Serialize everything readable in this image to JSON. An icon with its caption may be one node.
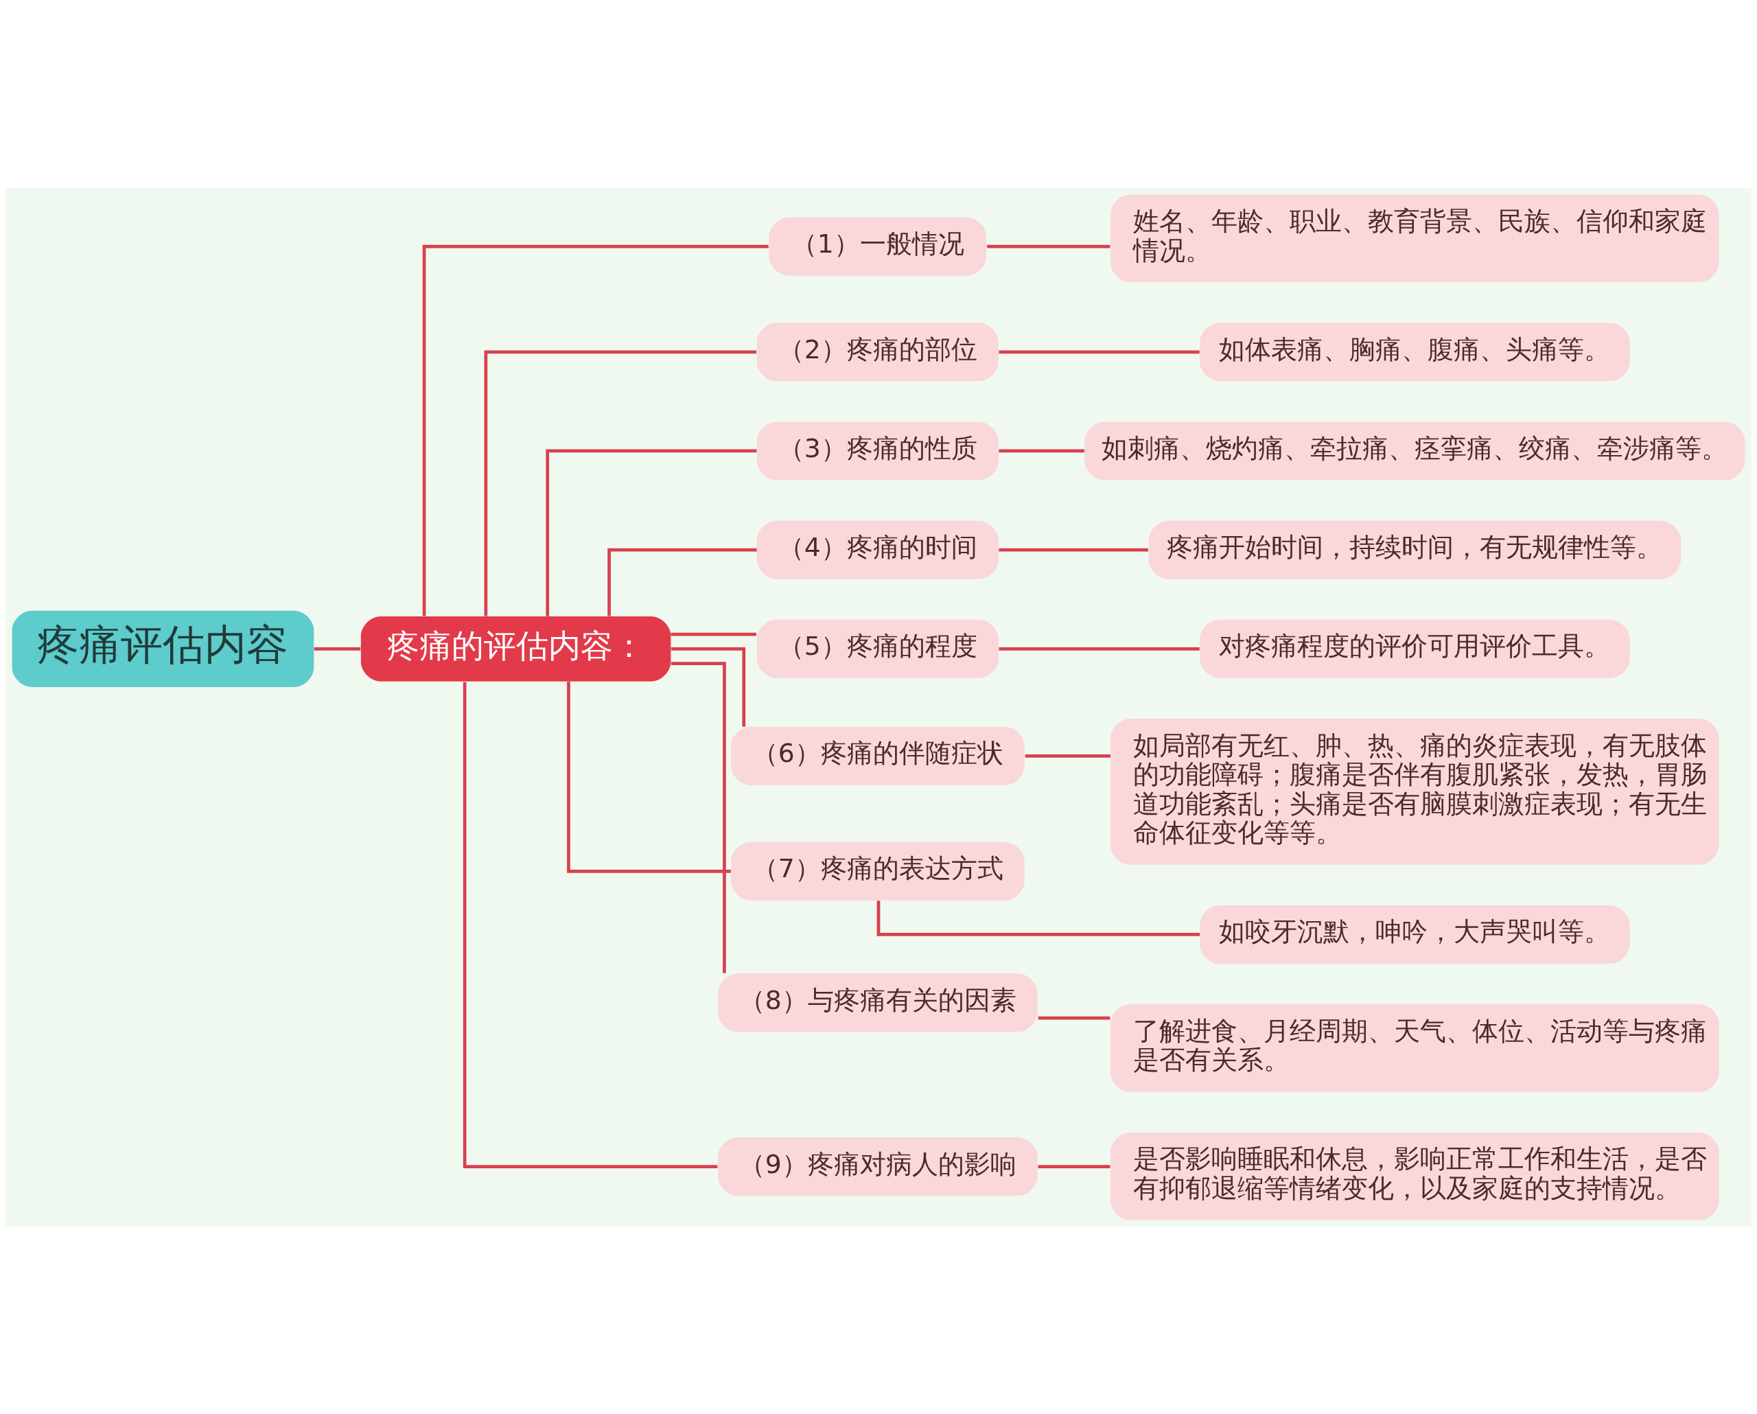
{
  "diagram": {
    "nodes": [
      {
        "text": [
          "疼痛评估内容"
        ]
      },
      {
        "text": [
          "疼痛的评估内容："
        ]
      },
      {
        "text": [
          "（1）一般情况"
        ]
      },
      {
        "text": [
          "姓名、年龄、职业、教育背景、民族、信仰和家庭情况。"
        ]
      },
      {
        "text": [
          "（2）疼痛的部位"
        ]
      },
      {
        "text": [
          "如体表痛、胸痛、腹痛、头痛等。"
        ]
      },
      {
        "text": [
          "（3）疼痛的性质"
        ]
      },
      {
        "text": [
          "如刺痛、烧灼痛、牵拉痛、痉挛痛、绞痛、牵涉痛等。"
        ]
      },
      {
        "text": [
          "（4）疼痛的时间"
        ]
      },
      {
        "text": [
          "疼痛开始时间，持续时间，有无规律性等。"
        ]
      },
      {
        "text": [
          "（5）疼痛的程度"
        ]
      },
      {
        "text": [
          "对疼痛程度的评价可用评价工具。"
        ]
      },
      {
        "text": [
          "（6）疼痛的伴随症状"
        ]
      },
      {
        "text": [
          "如局部有无红、肿、热、痛的炎症表现，有无肢体的功能障碍；腹痛是否伴有腹肌紧张，发热，胃肠道功能紊乱；头痛是否有脑膜刺激症表现；有无生命体征变化等等。"
        ]
      },
      {
        "text": [
          "（7）疼痛的表达方式"
        ]
      },
      {
        "text": [
          "如咬牙沉默，呻吟，大声哭叫等。"
        ]
      },
      {
        "text": [
          "（8）与疼痛有关的因素"
        ]
      },
      {
        "text": [
          "了解进食、月经周期、天气、体位、活动等与疼痛是否有关系。"
        ]
      },
      {
        "text": [
          "（9）疼痛对病人的影响"
        ]
      },
      {
        "text": [
          "是否影响睡眠和休息，影响正常工作和生活，是否有抑郁退缩等情绪变化，以及家庭的支持情况。"
        ]
      }
    ],
    "edges": [
      {
        "from": 0,
        "to": 1,
        "arrow": "none"
      },
      {
        "from": 1,
        "to": 2,
        "arrow": "none"
      },
      {
        "from": 2,
        "to": 3,
        "arrow": "none"
      },
      {
        "from": 1,
        "to": 4,
        "arrow": "none"
      },
      {
        "from": 4,
        "to": 5,
        "arrow": "none"
      },
      {
        "from": 1,
        "to": 6,
        "arrow": "none"
      },
      {
        "from": 6,
        "to": 7,
        "arrow": "none"
      },
      {
        "from": 1,
        "to": 8,
        "arrow": "none"
      },
      {
        "from": 8,
        "to": 9,
        "arrow": "none"
      },
      {
        "from": 1,
        "to": 10,
        "arrow": "none"
      },
      {
        "from": 10,
        "to": 11,
        "arrow": "none"
      },
      {
        "from": 1,
        "to": 12,
        "arrow": "none"
      },
      {
        "from": 12,
        "to": 13,
        "arrow": "none"
      },
      {
        "from": 1,
        "to": 14,
        "arrow": "none"
      },
      {
        "from": 14,
        "to": 15,
        "arrow": "none"
      },
      {
        "from": 1,
        "to": 16,
        "arrow": "none"
      },
      {
        "from": 16,
        "to": 17,
        "arrow": "none"
      },
      {
        "from": 1,
        "to": 18,
        "arrow": "none"
      },
      {
        "from": 18,
        "to": 19,
        "arrow": "none"
      }
    ]
  }
}
